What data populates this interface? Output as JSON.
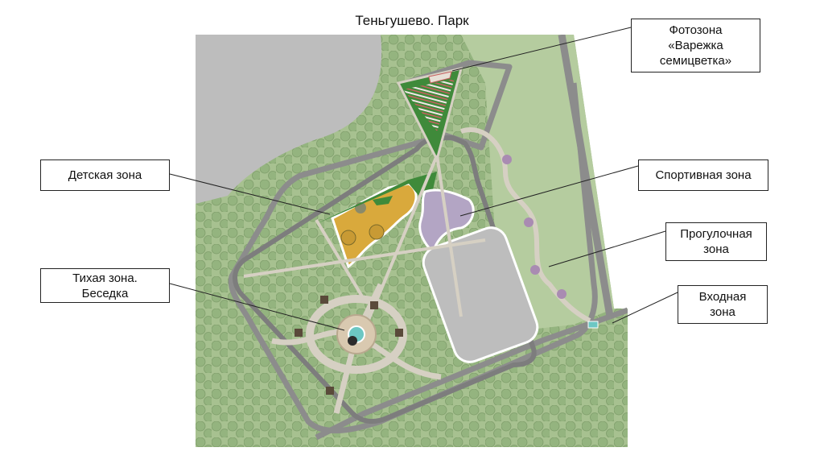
{
  "title": "Теньгушево. Парк",
  "callouts": {
    "photo_zone": "Фотозона\n«Варежка\nсемицветка»",
    "kids_zone": "Детская зона",
    "sport_zone": "Спортивная зона",
    "walk_zone": "Прогулочная\nзона",
    "quiet_zone": "Тихая зона.\nБеседка",
    "entry_zone": "Входная\nзона"
  },
  "colors": {
    "grass": "#a7c190",
    "trees": "#8fb07c",
    "road": "#8c8c8c",
    "path": "#d6d0c3",
    "kids_surface": "#d9a93c",
    "sport_surface": "#b3a5c4",
    "field": "#bdbdbd",
    "lawn": "#3f8a3a",
    "water": "#6cc7c3"
  }
}
